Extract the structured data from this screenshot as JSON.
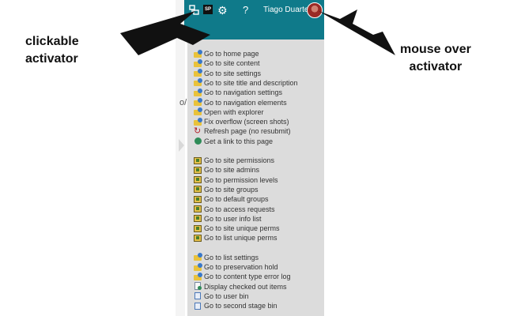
{
  "suitebar": {
    "color": "#0f7a8a",
    "icons": [
      "activator-icon",
      "sharepoint-icon",
      "gear-icon",
      "help-icon"
    ],
    "help_label": "?",
    "username": "Tiago Duarte"
  },
  "background": {
    "fragment": "o/"
  },
  "menu": {
    "groups": [
      [
        {
          "label": "Go to home page",
          "icon": "folder-globe-icon"
        },
        {
          "label": "Go to site content",
          "icon": "folder-globe-icon"
        },
        {
          "label": "Go to site settings",
          "icon": "folder-globe-icon"
        },
        {
          "label": "Go to site title and description",
          "icon": "folder-globe-icon"
        },
        {
          "label": "Go to navigation settings",
          "icon": "folder-globe-icon"
        },
        {
          "label": "Go to navigation elements",
          "icon": "folder-globe-icon"
        },
        {
          "label": "Open with explorer",
          "icon": "folder-globe-icon"
        },
        {
          "label": "Fix overflow (screen shots)",
          "icon": "folder-globe-icon"
        },
        {
          "label": "Refresh page (no resubmit)",
          "icon": "refresh-icon"
        },
        {
          "label": "Get a link to this page",
          "icon": "link-icon"
        }
      ],
      [
        {
          "label": "Go to site permissions",
          "icon": "permissions-icon"
        },
        {
          "label": "Go to site admins",
          "icon": "permissions-icon"
        },
        {
          "label": "Go to permission levels",
          "icon": "permissions-icon"
        },
        {
          "label": "Go to site groups",
          "icon": "permissions-icon"
        },
        {
          "label": "Go to default groups",
          "icon": "permissions-icon"
        },
        {
          "label": "Go to access requests",
          "icon": "permissions-icon"
        },
        {
          "label": "Go to user info list",
          "icon": "permissions-icon"
        },
        {
          "label": "Go to site unique perms",
          "icon": "permissions-icon"
        },
        {
          "label": "Go to list unique perms",
          "icon": "permissions-icon"
        }
      ],
      [
        {
          "label": "Go to list settings",
          "icon": "folder-globe-icon"
        },
        {
          "label": "Go to preservation hold",
          "icon": "folder-globe-icon"
        },
        {
          "label": "Go to content type error log",
          "icon": "folder-globe-icon"
        },
        {
          "label": "Display checked out items",
          "icon": "document-icon"
        },
        {
          "label": "Go to user bin",
          "icon": "recycle-bin-icon"
        },
        {
          "label": "Go to second stage bin",
          "icon": "recycle-bin-icon"
        }
      ]
    ]
  },
  "annotations": {
    "left": [
      "clickable",
      "activator"
    ],
    "right": [
      "mouse over",
      "activator"
    ]
  }
}
